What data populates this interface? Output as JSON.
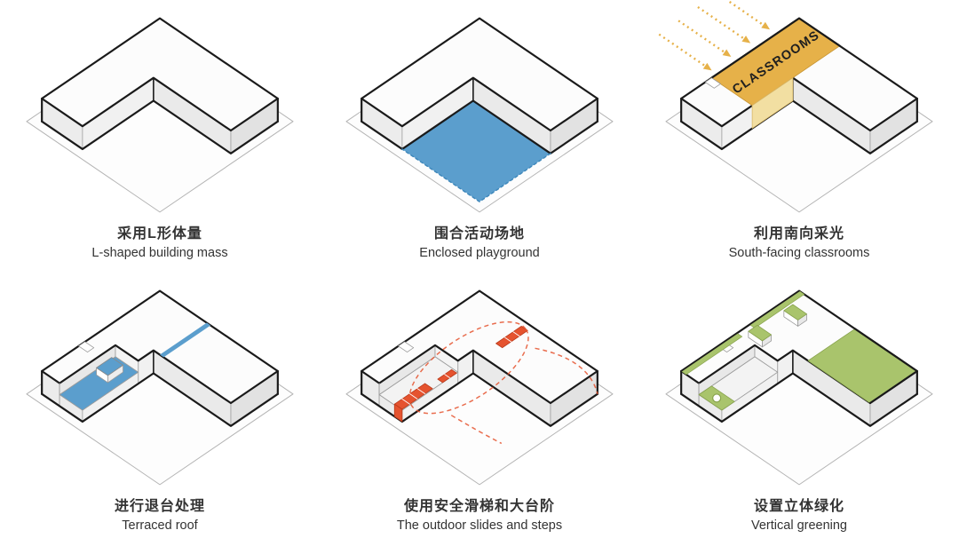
{
  "page": {
    "background": "#ffffff"
  },
  "colors": {
    "outline": "#1a1a1a",
    "ground_fill": "#fdfdfd",
    "ground_stroke": "#b4b4b4",
    "face_top": "#fcfcfc",
    "playground_blue": "#5b9ecd",
    "blue_dash": "#3f88bb",
    "sun_yellow": "#e6b149",
    "roof_yellow_light": "#f2dfa2",
    "yellow_edge": "#c79433",
    "slide_red": "#e5532f",
    "slide_red_dark": "#b8391a",
    "green": "#a9c46c",
    "green_dark": "#87a24c"
  },
  "panels": [
    {
      "id": "l-shaped-mass",
      "title_zh": "采用L形体量",
      "title_en": "L-shaped building mass"
    },
    {
      "id": "enclosed-playground",
      "title_zh": "围合活动场地",
      "title_en": "Enclosed playground"
    },
    {
      "id": "south-facing",
      "title_zh": "利用南向采光",
      "title_en": "South-facing classrooms",
      "roof_label": "CLASSROOMS"
    },
    {
      "id": "terraced-roof",
      "title_zh": "进行退台处理",
      "title_en": "Terraced roof"
    },
    {
      "id": "slides-steps",
      "title_zh": "使用安全滑梯和大台阶",
      "title_en": "The outdoor slides and steps"
    },
    {
      "id": "vertical-greening",
      "title_zh": "设置立体绿化",
      "title_en": "Vertical greening"
    }
  ]
}
